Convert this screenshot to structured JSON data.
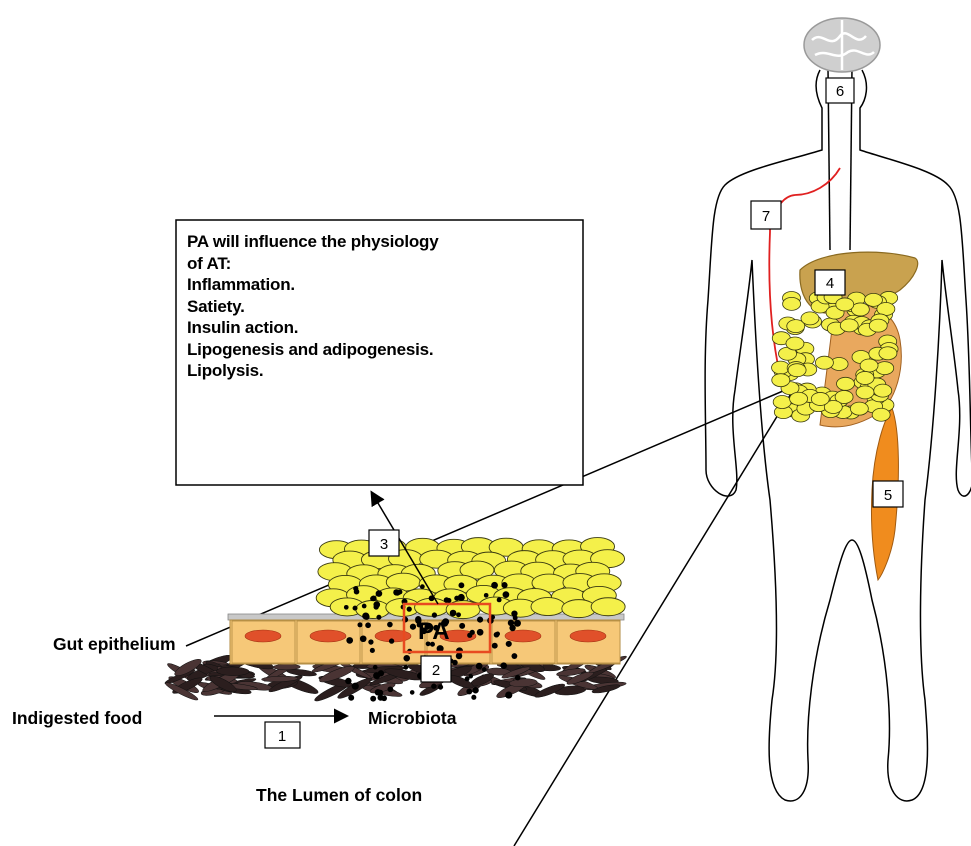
{
  "info_box": {
    "lines": [
      "PA will influence the physiology",
      "of AT:",
      "Inflammation.",
      "Satiety.",
      "Insulin action.",
      "Lipogenesis and adipogenesis.",
      "Lipolysis."
    ]
  },
  "labels": {
    "gut_epithelium": "Gut epithelium",
    "indigested_food": "Indigested food",
    "microbiota": "Microbiota",
    "lumen": "The Lumen of colon",
    "pa": "PA"
  },
  "step_numbers": [
    "1",
    "2",
    "3",
    "4",
    "5",
    "6",
    "7"
  ],
  "colors": {
    "adipocyte": "#f4f04a",
    "adipocyte_outline": "#3a3a10",
    "epithelium_cell": "#f6c878",
    "cell_nucleus": "#e0502a",
    "pa_box": "#e84a20",
    "nerve": "#e02020",
    "liver": "#c8a050",
    "intestine": "#e8a860",
    "muscle": "#f08c1e",
    "brain": "#c8c8c8"
  },
  "icons": [
    "human-body-icon",
    "brain-icon",
    "liver-icon",
    "muscle-icon",
    "intestine-icon"
  ]
}
